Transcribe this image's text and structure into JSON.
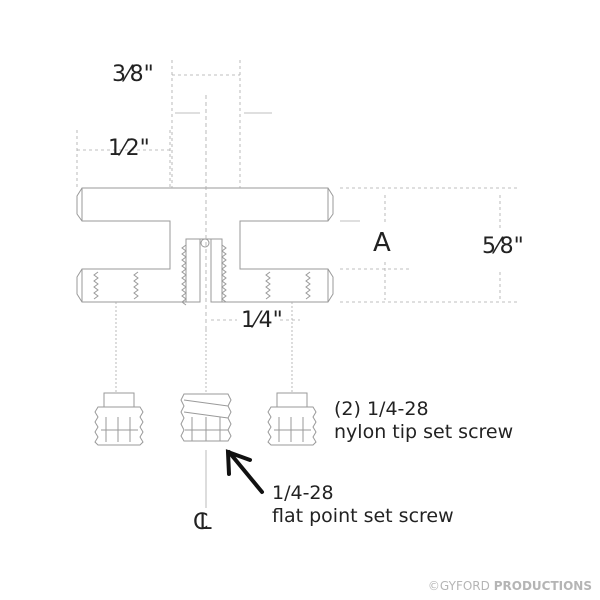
{
  "dimensions": {
    "three_eighths": "3⁄8\"",
    "one_half": "1⁄2\"",
    "a": "A",
    "five_eighths": "5⁄8\"",
    "one_quarter": "1⁄4\""
  },
  "notes": {
    "nylon_line1": "(2) 1/4-28",
    "nylon_line2": "nylon tip set screw",
    "flat_line1": "1/4-28",
    "flat_line2": "flat point set screw"
  },
  "centerline_symbol": "CL",
  "watermark": {
    "prefix": "©GYFORD",
    "brand": "PRODUCTIONS"
  },
  "colors": {
    "line": "#9a9a9a",
    "text": "#222222",
    "watermark": "#b5b5b5"
  }
}
